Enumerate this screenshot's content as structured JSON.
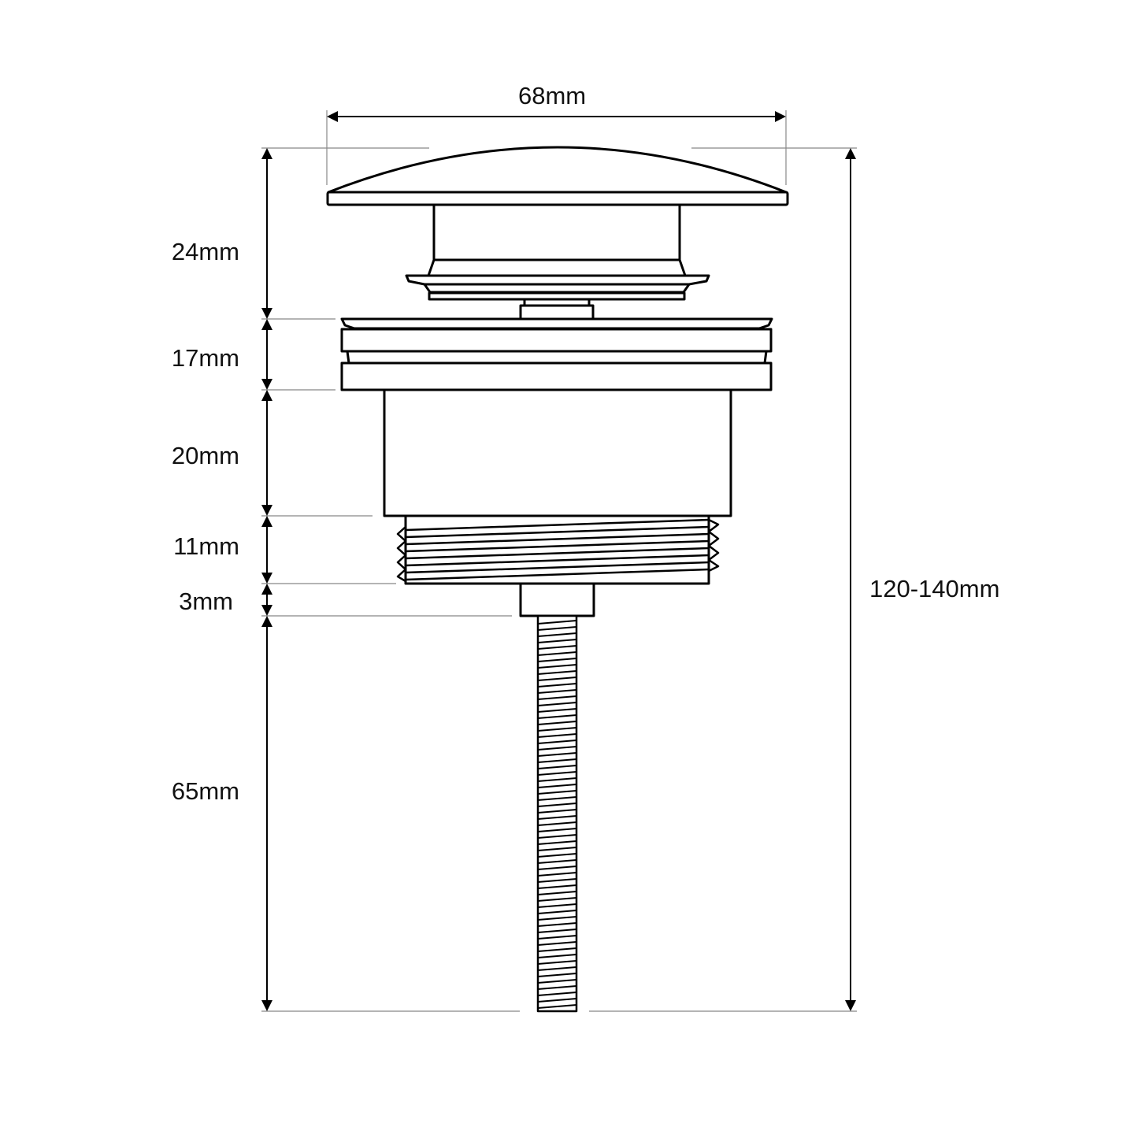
{
  "diagram": {
    "subject": "Pop-up basin waste technical drawing",
    "line_color": "#000000",
    "extension_line_color": "#888888",
    "background": "#ffffff",
    "dimensions": {
      "width_top": "68mm",
      "cap_height": "24mm",
      "flange_height": "17mm",
      "body_height": "20mm",
      "thread_height": "11mm",
      "collar_height": "3mm",
      "rod_length": "65mm",
      "total_height": "120-140mm"
    }
  }
}
